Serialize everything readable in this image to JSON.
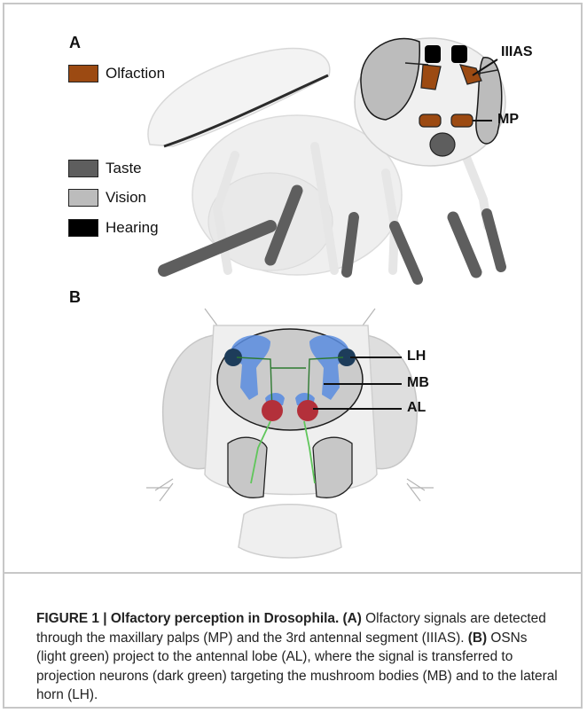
{
  "figure": {
    "panel_a_label": "A",
    "panel_b_label": "B",
    "legend": [
      {
        "label": "Olfaction",
        "color": "#9c4a12"
      },
      {
        "label": "Taste",
        "color": "#5e5e5e"
      },
      {
        "label": "Vision",
        "color": "#bcbcbc"
      },
      {
        "label": "Hearing",
        "color": "#000000"
      }
    ],
    "callouts_a": {
      "iiias": "IIIAS",
      "mp": "MP"
    },
    "callouts_b": {
      "lh": "LH",
      "mb": "MB",
      "al": "AL"
    }
  },
  "caption": {
    "title": "FIGURE 1 | Olfactory perception in Drosophila.",
    "a_tag": "(A)",
    "a_text": " Olfactory signals are detected through the maxillary palps (MP) and the 3rd antennal segment (IIIAS). ",
    "b_tag": "(B)",
    "b_text": " OSNs (light green) project to the antennal lobe (AL), where the signal is transferred to projection neurons (dark green) targeting the mushroom bodies (MB) and to the lateral horn (LH)."
  },
  "colors": {
    "olfaction": "#9c4a12",
    "taste": "#5e5e5e",
    "vision": "#bcbcbc",
    "hearing": "#000000",
    "mushroom_body": "#5b8de0",
    "osn_light_green": "#5fc65a",
    "pn_dark_green": "#1f5a22",
    "glomeruli": "#b3303a"
  }
}
